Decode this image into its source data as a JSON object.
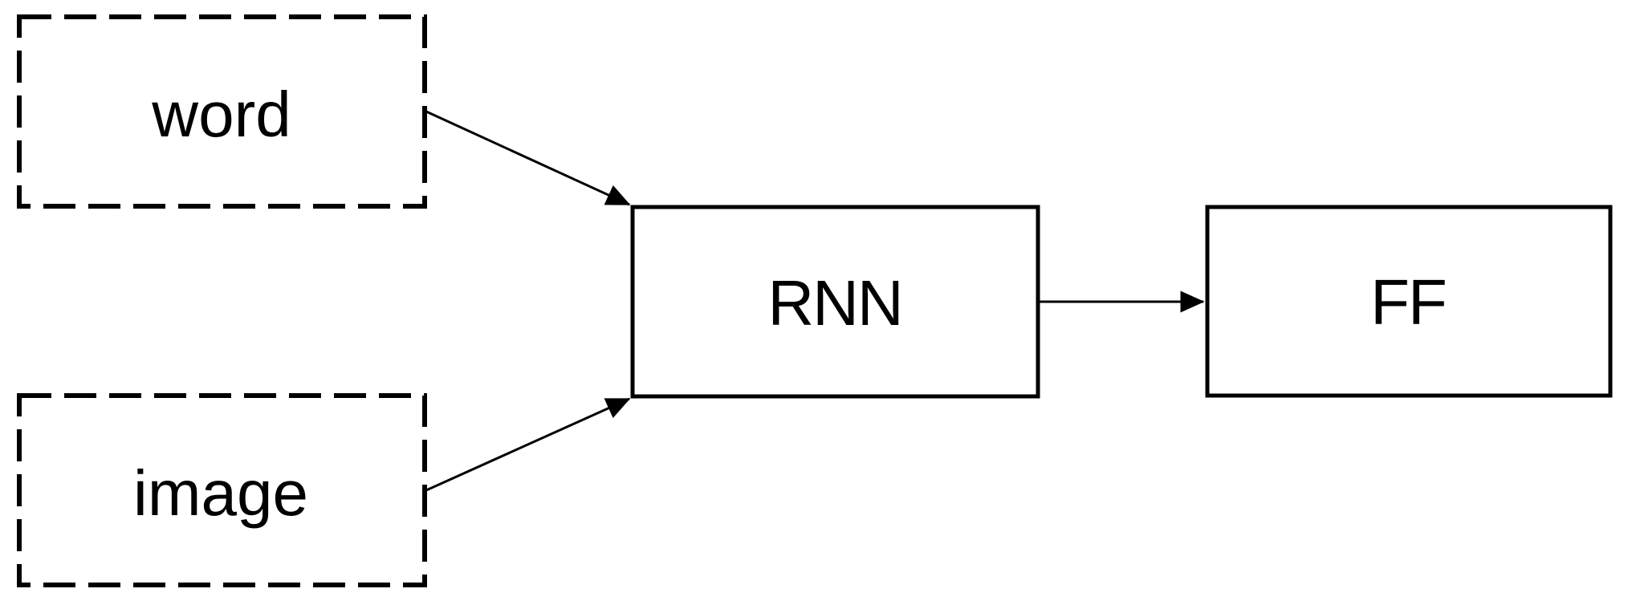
{
  "diagram": {
    "background_color": "#ffffff",
    "stroke_color": "#000000",
    "text_color": "#000000",
    "nodes": [
      {
        "id": "word",
        "label": "word",
        "border_style": "dashed"
      },
      {
        "id": "image",
        "label": "image",
        "border_style": "dashed"
      },
      {
        "id": "rnn",
        "label": "RNN",
        "border_style": "solid"
      },
      {
        "id": "ff",
        "label": "FF",
        "border_style": "solid"
      }
    ],
    "edges": [
      {
        "from": "word",
        "to": "rnn",
        "arrow": "filled-triangle"
      },
      {
        "from": "image",
        "to": "rnn",
        "arrow": "filled-triangle"
      },
      {
        "from": "rnn",
        "to": "ff",
        "arrow": "filled-triangle"
      }
    ]
  }
}
